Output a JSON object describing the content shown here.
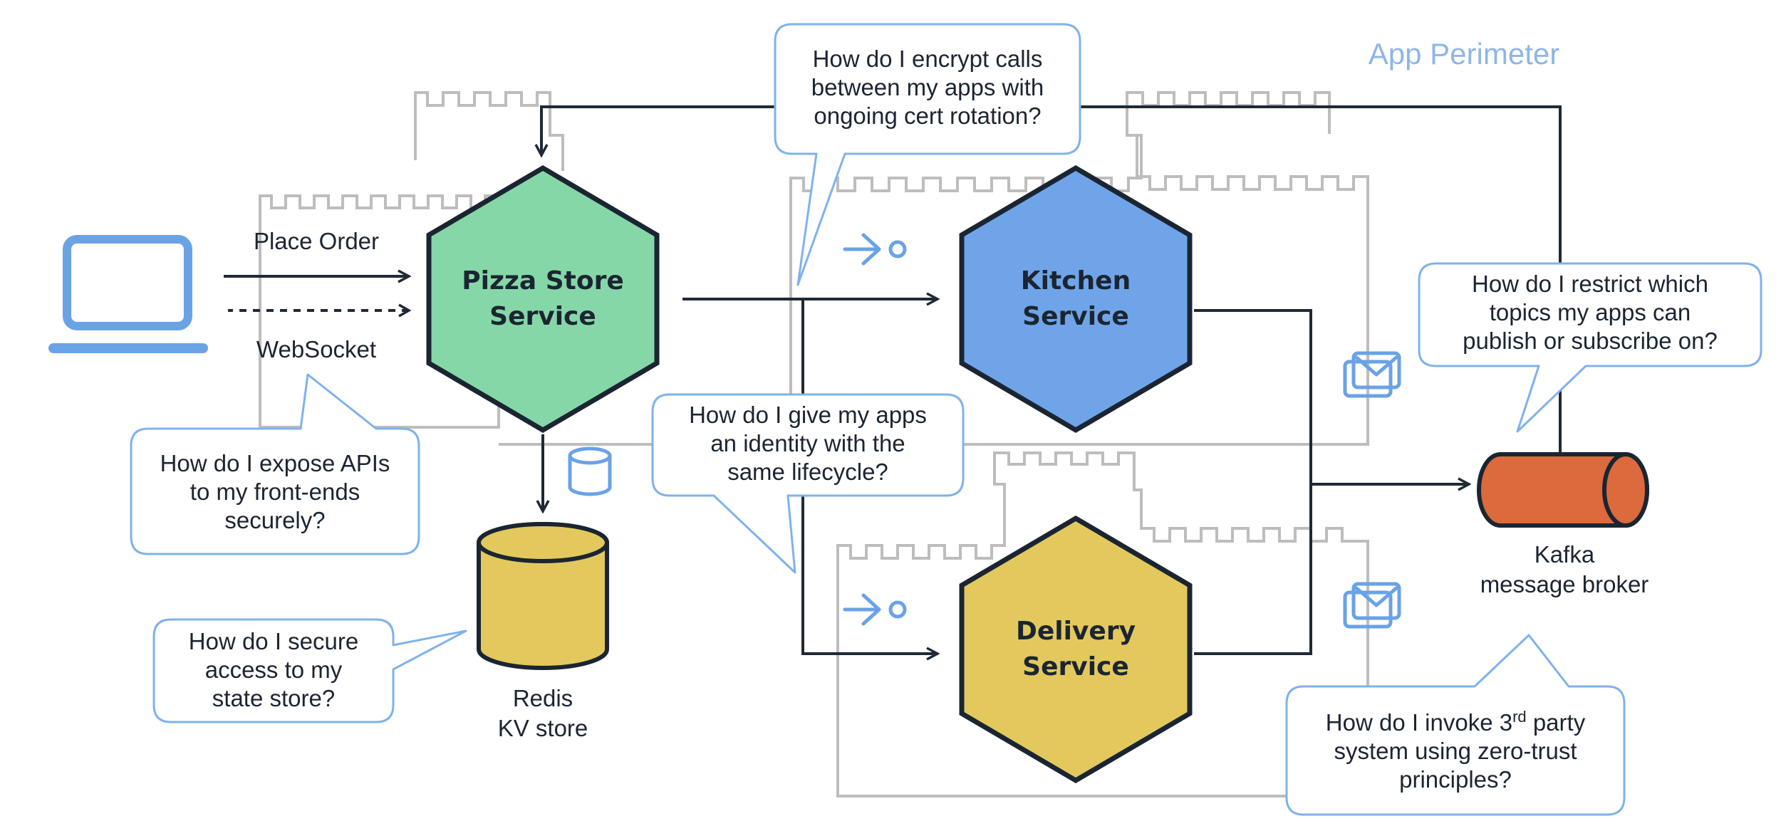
{
  "perimeter_label": "App Perimeter",
  "client": {
    "icon": "laptop-icon",
    "request_label": "Place Order",
    "response_label": "WebSocket"
  },
  "services": {
    "pizza": {
      "line1": "Pizza Store",
      "line2": "Service",
      "color": "#86d7a7"
    },
    "kitchen": {
      "line1": "Kitchen",
      "line2": "Service",
      "color": "#6fa5e8"
    },
    "delivery": {
      "line1": "Delivery",
      "line2": "Service",
      "color": "#e3c95d"
    }
  },
  "redis": {
    "line1": "Redis",
    "line2": "KV store",
    "color": "#e3c95d"
  },
  "kafka": {
    "line1": "Kafka",
    "line2": "message broker",
    "color": "#dc6a3c"
  },
  "questions": {
    "encrypt": [
      "How do I encrypt calls",
      "between my apps with",
      "ongoing cert rotation?"
    ],
    "restrict": [
      "How do I restrict which",
      "topics my apps can",
      "publish or subscribe on?"
    ],
    "identity": [
      "How do I give my apps",
      "an identity with the",
      "same lifecycle?"
    ],
    "expose": [
      "How do I expose APIs",
      "to my front-ends",
      "securely?"
    ],
    "secure_state": [
      "How do I secure",
      "access to my",
      "state store?"
    ],
    "invoke": {
      "line1_prefix": "How do I invoke 3",
      "line1_sup": "rd",
      "line1_suffix": " party",
      "line2": "system using zero-trust",
      "line3": "principles?"
    }
  },
  "icons": [
    "laptop-icon",
    "database-icon",
    "invoke-icon",
    "message-icon",
    "arrow-icon"
  ]
}
